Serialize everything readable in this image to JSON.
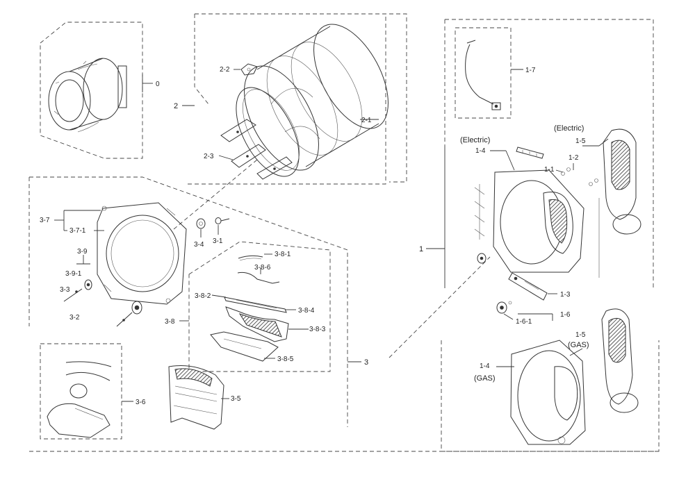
{
  "labels": {
    "l0": "0",
    "l2": "2",
    "l2_1": "2-1",
    "l2_2": "2-2",
    "l2_3": "2-3",
    "l3": "3",
    "l3_1": "3-1",
    "l3_2": "3-2",
    "l3_3": "3-3",
    "l3_4": "3-4",
    "l3_5": "3-5",
    "l3_6": "3-6",
    "l3_7": "3-7",
    "l3_7_1": "3-7-1",
    "l3_8": "3-8",
    "l3_8_1": "3-8-1",
    "l3_8_2": "3-8-2",
    "l3_8_3": "3-8-3",
    "l3_8_4": "3-8-4",
    "l3_8_5": "3-8-5",
    "l3_8_6": "3-8-6",
    "l3_9": "3-9",
    "l3_9_1": "3-9-1",
    "l1": "1",
    "l1_1": "1-1",
    "l1_2": "1-2",
    "l1_3": "1-3",
    "l1_4": "1-4",
    "l1_4_gas": "1-4",
    "l1_5": "1-5",
    "l1_5_gas": "1-5",
    "l1_6": "1-6",
    "l1_6_1": "1-6-1",
    "l1_7": "1-7",
    "electric_a": "(Electric)",
    "electric_b": "(Electric)",
    "gas_a": "(GAS)",
    "gas_b": "(GAS)"
  }
}
